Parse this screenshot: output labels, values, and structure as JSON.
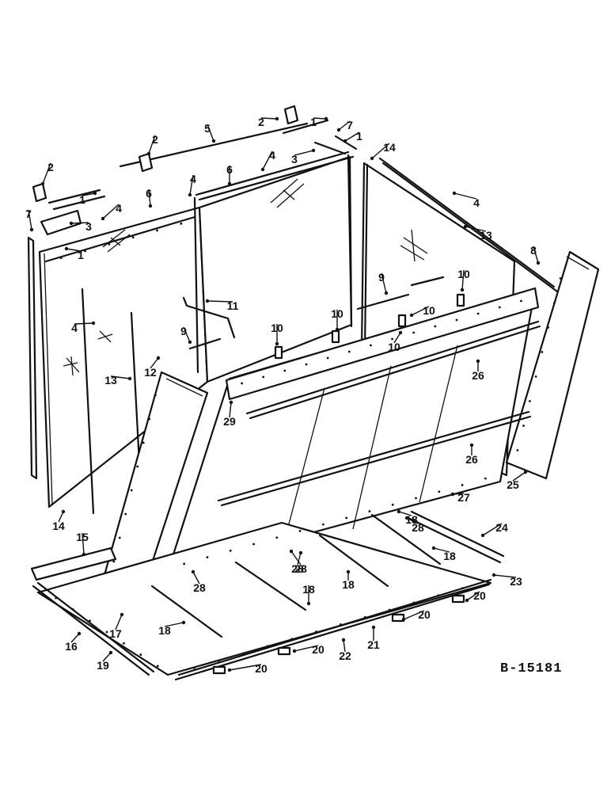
{
  "drawing_ref": "B-15181",
  "callouts": [
    "1",
    "1",
    "1",
    "1",
    "2",
    "2",
    "2",
    "3",
    "3",
    "4",
    "4",
    "4",
    "4",
    "4",
    "5",
    "6",
    "6",
    "7",
    "7",
    "8",
    "9",
    "9",
    "10",
    "10",
    "10",
    "10",
    "10",
    "11",
    "12",
    "13",
    "13",
    "14",
    "14",
    "15",
    "16",
    "17",
    "18",
    "18",
    "18",
    "18",
    "18",
    "19",
    "20",
    "20",
    "20",
    "20",
    "21",
    "22",
    "23",
    "24",
    "25",
    "26",
    "26",
    "27",
    "28",
    "28",
    "28",
    "28",
    "29"
  ]
}
